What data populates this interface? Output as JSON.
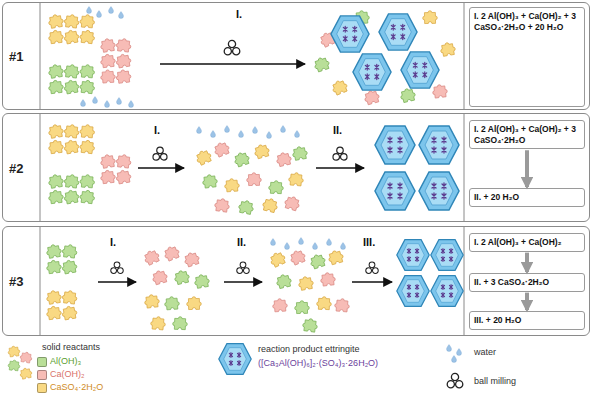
{
  "diagram": {
    "nodes": [
      {
        "text": [
          "#1"
        ]
      },
      {
        "text": [
          "I. 2 Al(OH)₃ + Ca(OH)₂ + 3 CaSO₄·2H₂O + 20 H₂O"
        ],
        "in": 0
      },
      {
        "text": [
          "#2"
        ]
      },
      {
        "text": [
          "I. 2 Al(OH)₃ + Ca(OH)₂ + 3 CaSO₄·2H₂O"
        ],
        "in": 2
      },
      {
        "text": [
          "II. + 20 H₂O"
        ],
        "in": 2
      },
      {
        "text": [
          "#3"
        ]
      },
      {
        "text": [
          "I. 2 Al(OH)₃ + Ca(OH)₂"
        ],
        "in": 5
      },
      {
        "text": [
          "II. + 3 CaSO₄·2H₂O"
        ],
        "in": 5
      },
      {
        "text": [
          "III. + 20 H₂O"
        ],
        "in": 5
      }
    ],
    "edges": [
      {
        "from": 3,
        "to": 4,
        "arrow": "to"
      },
      {
        "from": 6,
        "to": 7,
        "arrow": "to"
      },
      {
        "from": 7,
        "to": 8,
        "arrow": "to"
      }
    ],
    "labels": [
      "I.",
      "I.",
      "II.",
      "I.",
      "II.",
      "III."
    ],
    "legend": [
      {
        "text": "solid reactants"
      },
      {
        "text": "Al(OH)₃",
        "color": "#b9df98"
      },
      {
        "text": "Ca(OH)₂",
        "color": "#f7bcb6"
      },
      {
        "text": "CaSO₄·2H₂O",
        "color": "#f9d983"
      },
      {
        "text": "reaction product ettringite"
      },
      {
        "text": "([Ca₃Al(OH)₆]₂·(SO₄)₃·26H₂O)"
      },
      {
        "text": "water"
      },
      {
        "text": "ball milling"
      }
    ]
  }
}
